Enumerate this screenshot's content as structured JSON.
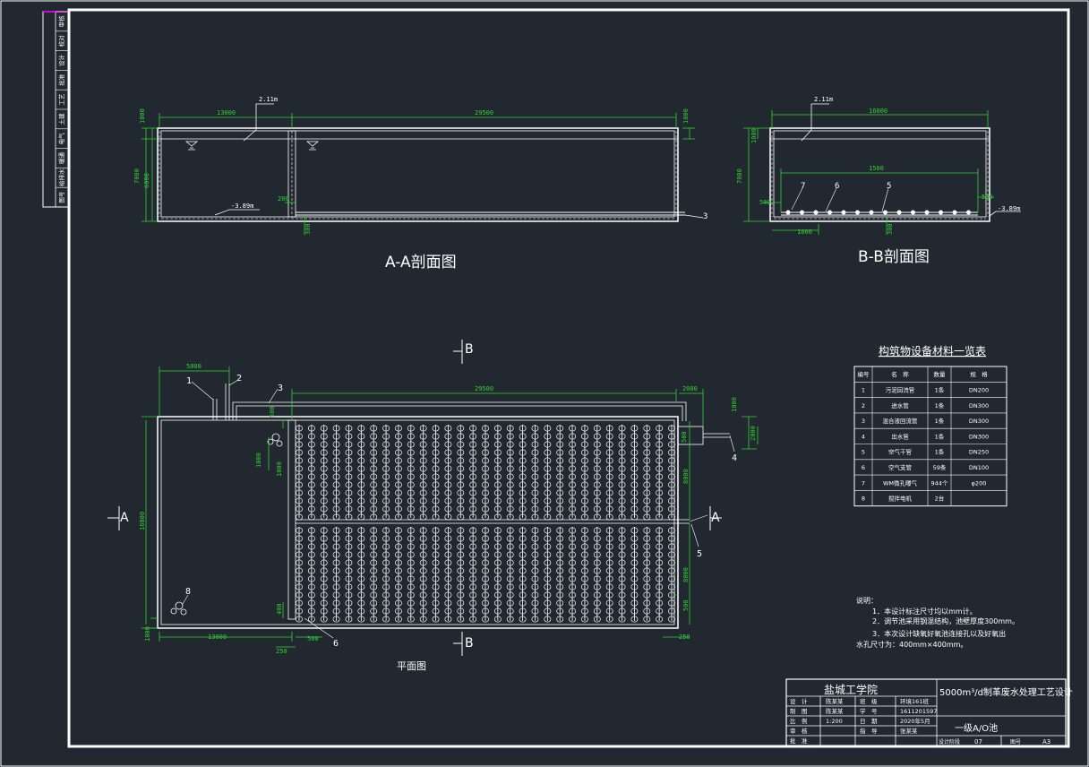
{
  "colors": {
    "background": "#212830",
    "line": "#ffffff",
    "dimension": "#35d135",
    "accent": "#ff00ff"
  },
  "side_strip": {
    "cells": [
      "审核",
      "校对",
      "设计",
      "批准",
      "工艺",
      "土建",
      "电气",
      "暖通",
      "给排水",
      "图号"
    ]
  },
  "section_aa": {
    "caption": "A-A剖面图",
    "dims": {
      "left_width": "13000",
      "right_width": "29500",
      "freeboard_left": "1000",
      "freeboard_right": "1000",
      "total_height": "7000",
      "water_depth": "6000",
      "wall_200": "200",
      "base_300": "300"
    },
    "levels": {
      "water": "2.11m",
      "bottom": "-3.89m"
    },
    "callout": "3"
  },
  "section_bb": {
    "caption": "B-B剖面图",
    "dims": {
      "width": "16000",
      "freeboard": "1000",
      "total_height": "7000",
      "pipe_span": "1500",
      "left_500": "500",
      "right_500": "500",
      "bottom_1000": "1000",
      "base_300": "300"
    },
    "levels": {
      "water": "2.11m",
      "bottom": "-3.89m"
    },
    "callouts": [
      "7",
      "6",
      "5"
    ]
  },
  "plan": {
    "caption": "平面图",
    "markers": {
      "a": "A",
      "b": "B"
    },
    "callouts": [
      "1",
      "2",
      "3",
      "4",
      "5",
      "6",
      "8"
    ],
    "dims": {
      "top_left": "5000",
      "top_right": "29500",
      "top_right_small": "2000",
      "left_height": "16000",
      "bottom_left": "13000",
      "bottom_250_left": "250",
      "bottom_500": "500",
      "bottom_250_right": "250",
      "right_upper": "8000",
      "right_lower": "8000",
      "right_1000_top": "1000",
      "right_2000": "2000",
      "right_500_top": "500",
      "right_500_bottom": "500",
      "left_1000_top": "1000",
      "left_1000_bottom": "1000",
      "inner_500_top": "500",
      "inner_400": "400",
      "inner_1000": "1000"
    }
  },
  "equipment_table": {
    "title": "构筑物设备材料一览表",
    "headers": [
      "编号",
      "名　称",
      "数量",
      "规　格"
    ],
    "rows": [
      [
        "1",
        "污泥回流管",
        "1条",
        "DN200"
      ],
      [
        "2",
        "进水管",
        "1条",
        "DN300"
      ],
      [
        "3",
        "混合液回流管",
        "1条",
        "DN300"
      ],
      [
        "4",
        "出水管",
        "1条",
        "DN300"
      ],
      [
        "5",
        "空气干管",
        "1条",
        "DN250"
      ],
      [
        "6",
        "空气支管",
        "59条",
        "DN100"
      ],
      [
        "7",
        "WM微孔曝气",
        "944个",
        "φ200"
      ],
      [
        "8",
        "搅拌电机",
        "2台",
        ""
      ]
    ]
  },
  "notes": {
    "heading": "说明：",
    "lines": [
      "1．本设计标注尺寸均以mm计。",
      "2．调节池采用钢混结构，池壁厚度300mm。",
      "3．本次设计缺氧好氧池连接孔以及好氧出",
      "水孔尺寸为：400mm×400mm。"
    ]
  },
  "title_block": {
    "school": "盐城工学院",
    "project": "5000m³/d制革废水处理工艺设计",
    "drawing_name": "一级A/O池",
    "rows": [
      {
        "label": "设　计",
        "value": "陈某某",
        "label2": "班　级",
        "value2": "环境161班"
      },
      {
        "label": "制　图",
        "value": "陈某某",
        "label2": "学　号",
        "value2": "1611201597"
      },
      {
        "label": "比　例",
        "value": "1:200",
        "label2": "日　期",
        "value2": "2020年5月"
      },
      {
        "label": "审　核",
        "value": "",
        "label2": "指　导",
        "value2": "张某某"
      },
      {
        "label": "批　准",
        "value": "",
        "label2": "",
        "value2": ""
      }
    ],
    "footer": {
      "label1": "设计阶段",
      "value1": "07",
      "label2": "图号",
      "value2": "A3"
    }
  }
}
